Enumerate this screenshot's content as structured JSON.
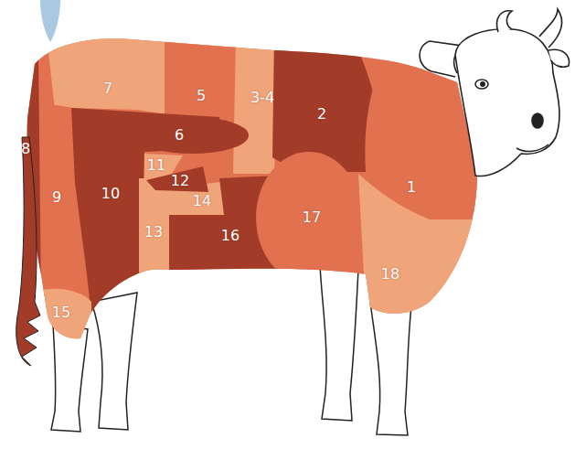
{
  "diagram": {
    "labels": [
      "7",
      "5",
      "3-4",
      "2",
      "6",
      "8",
      "11",
      "12",
      "9",
      "10",
      "14",
      "1",
      "13",
      "16",
      "17",
      "18",
      "15"
    ]
  }
}
